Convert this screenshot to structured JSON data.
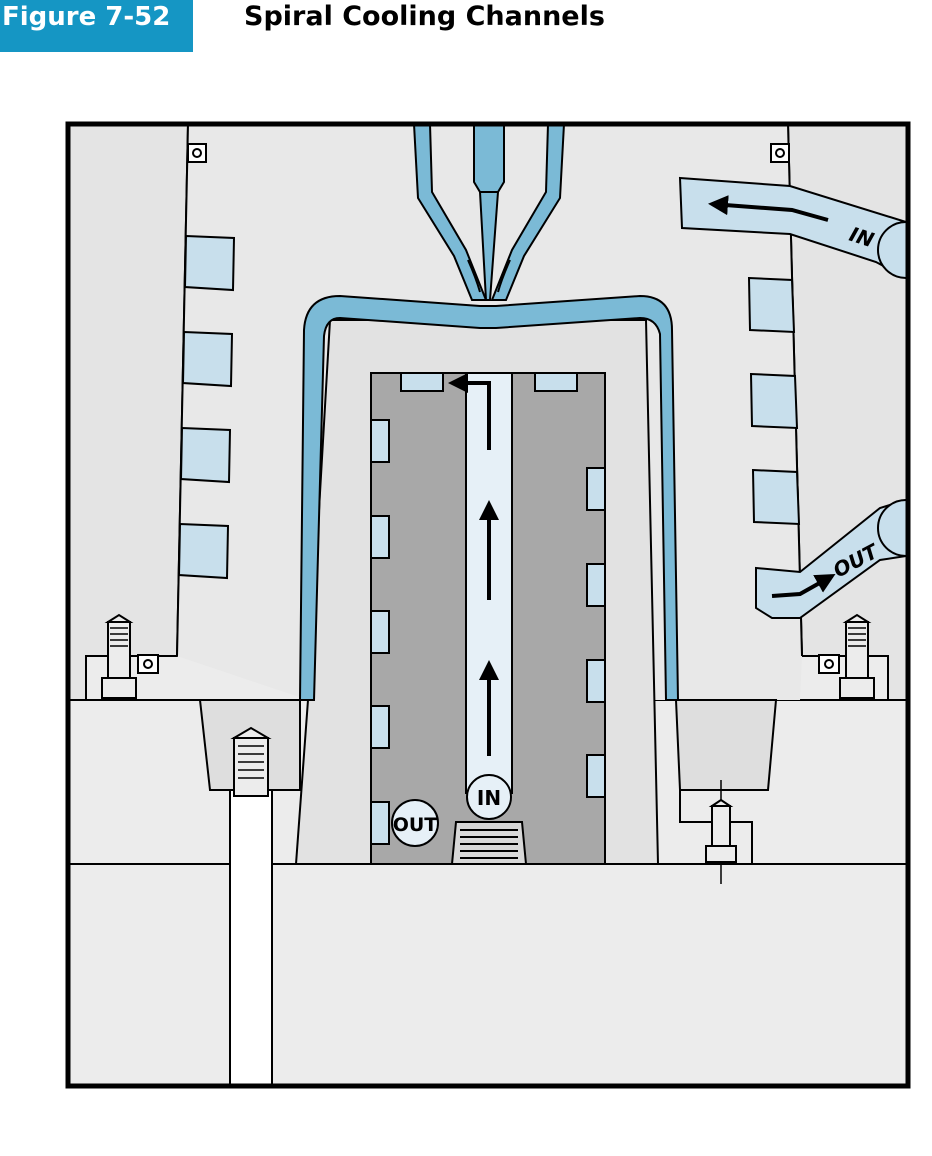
{
  "figure": {
    "number": "Figure 7-52",
    "title": "Spiral Cooling Channels"
  },
  "labels": {
    "top_in": "IN",
    "side_out": "OUT",
    "core_in": "IN",
    "core_out": "OUT"
  },
  "colors": {
    "accent": "#1596c4",
    "melt_channel": "#7bbad6",
    "cooling_channel": "#c8dfec",
    "core_flow": "#e6f0f7",
    "mold_plate": "#ececec",
    "cavity_plate": "#e2e2e2",
    "core_insert": "#a8a8a8",
    "outline": "#000000"
  }
}
